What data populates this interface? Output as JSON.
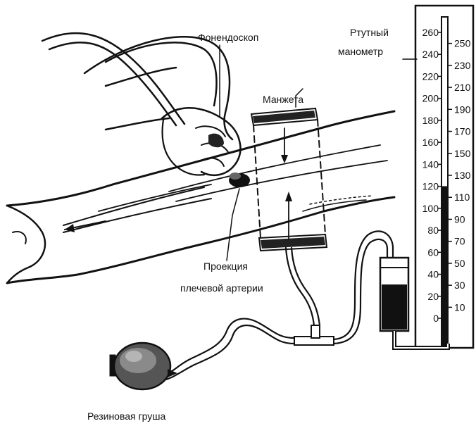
{
  "labels": {
    "stethoscope": "Фонендоскоп",
    "manometer_line1": "Ртутный",
    "manometer_line2": "манометр",
    "cuff": "Манжета",
    "artery_line1": "Проекция",
    "artery_line2": "плечевой артерии",
    "bulb": "Резиновая груша"
  },
  "scale": {
    "left_ticks": [
      "260",
      "240",
      "220",
      "200",
      "180",
      "160",
      "140",
      "120",
      "100",
      "80",
      "60",
      "40",
      "20",
      "0"
    ],
    "right_ticks": [
      "250",
      "230",
      "210",
      "190",
      "170",
      "150",
      "130",
      "110",
      "90",
      "70",
      "50",
      "30",
      "10"
    ],
    "mercury_level": 0.462
  },
  "colors": {
    "ink": "#111111",
    "mercury": "#111111",
    "paper": "#ffffff"
  }
}
